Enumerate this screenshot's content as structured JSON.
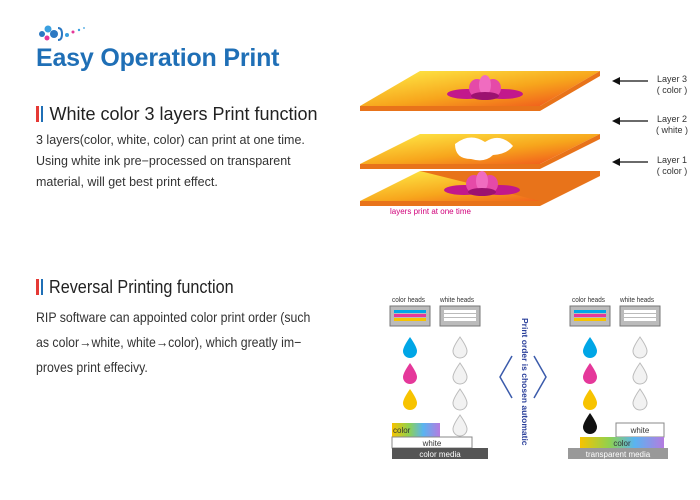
{
  "header": {
    "title": "Easy Operation Print"
  },
  "colors": {
    "accent_blue": "#1f6fb6",
    "caption_magenta": "#d0007a",
    "cyan": "#00a6e6",
    "magenta": "#e5389a",
    "yellow": "#f7c300",
    "black": "#111111"
  },
  "section1": {
    "title": "White color 3 layers Print function",
    "lines": [
      "3 layers(color, white, color) can print at one time.",
      "Using white ink pre−processed on transparent",
      "material, will get best print effect."
    ],
    "diagram": {
      "layers": [
        {
          "name": "Layer 3",
          "type": "( color )"
        },
        {
          "name": "Layer 2",
          "type": "( white )"
        },
        {
          "name": "Layer 1",
          "type": "( color )"
        }
      ],
      "caption": "layers print at one time"
    }
  },
  "section2": {
    "title": "Reversal Printing function",
    "lines": [
      "RIP software can appointed color print order (such",
      "as color→white, white→color), which greatly im−",
      "proves print effecivy."
    ],
    "diagram": {
      "left": {
        "color_heads": "color heads",
        "white_heads": "white heads",
        "top_label": "color",
        "mid_label": "white",
        "media": "color media"
      },
      "center_text": "Print order is chosen automatic",
      "right": {
        "color_heads": "color heads",
        "white_heads": "white heads",
        "top_label": "white",
        "mid_label": "color",
        "media": "transparent media"
      }
    }
  }
}
